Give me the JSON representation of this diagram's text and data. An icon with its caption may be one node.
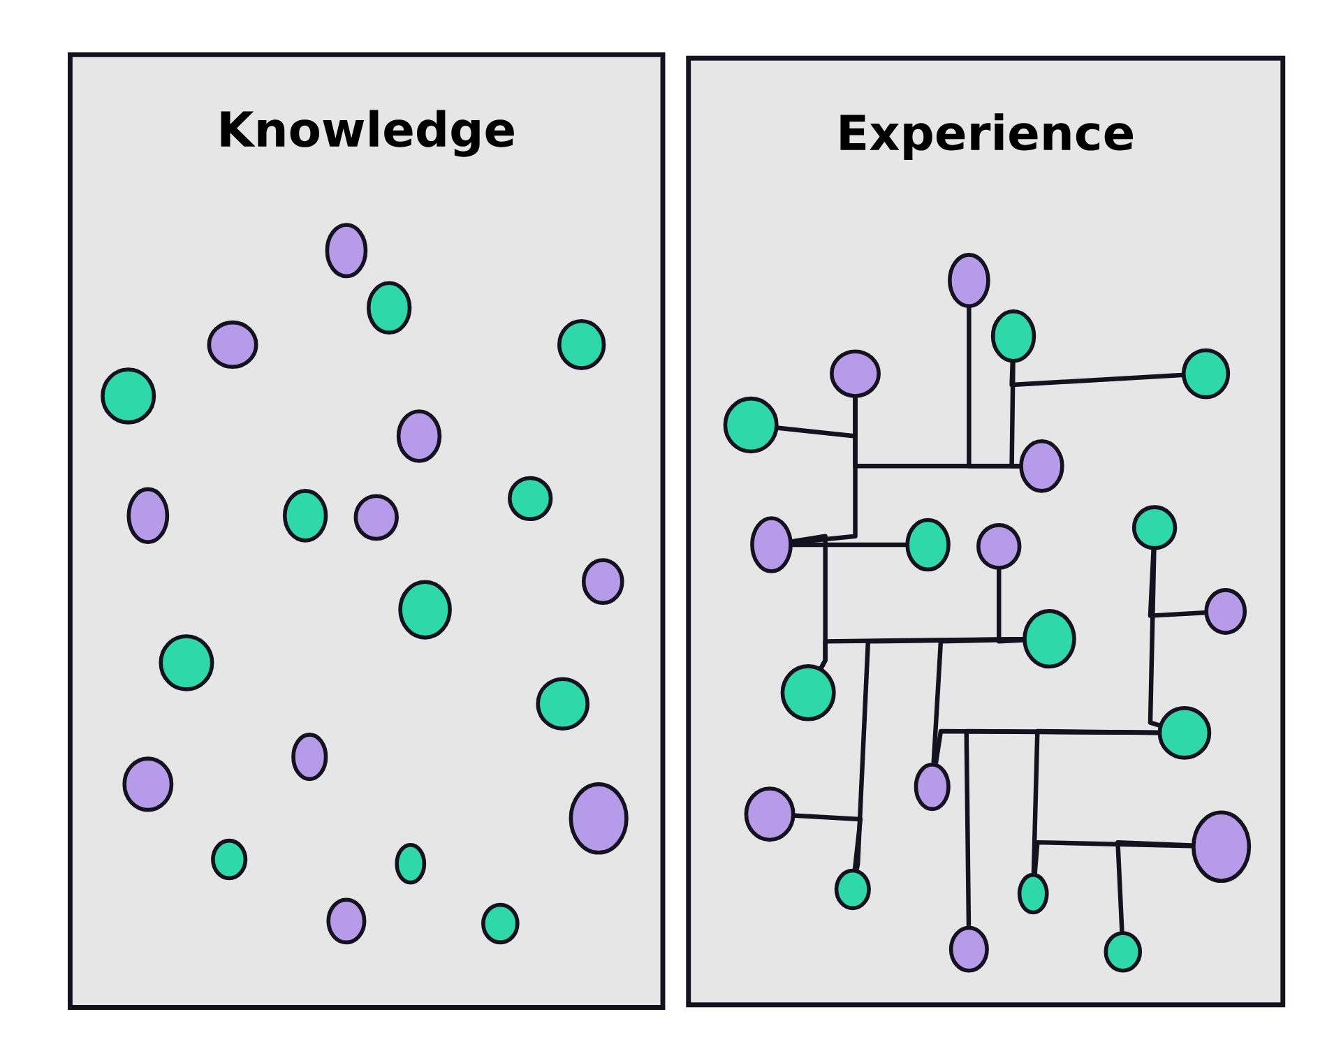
{
  "diagram": {
    "nodes": [
      {
        "text": [
          "Knowledge"
        ]
      },
      {
        "text": [
          "Experience"
        ]
      },
      {
        "text": [],
        "shape": "circle",
        "in": 0
      },
      {
        "text": [],
        "shape": "circle",
        "in": 0
      },
      {
        "text": [],
        "shape": "circle",
        "in": 0
      },
      {
        "text": [],
        "shape": "circle",
        "in": 0
      },
      {
        "text": [],
        "shape": "circle",
        "in": 0
      },
      {
        "text": [],
        "shape": "circle",
        "in": 0
      },
      {
        "text": [],
        "shape": "circle",
        "in": 0
      },
      {
        "text": [],
        "shape": "circle",
        "in": 0
      },
      {
        "text": [],
        "shape": "circle",
        "in": 0
      },
      {
        "text": [],
        "shape": "circle",
        "in": 0
      },
      {
        "text": [],
        "shape": "circle",
        "in": 0
      },
      {
        "text": [],
        "shape": "circle",
        "in": 0
      },
      {
        "text": [],
        "shape": "circle",
        "in": 0
      },
      {
        "text": [],
        "shape": "circle",
        "in": 0
      },
      {
        "text": [],
        "shape": "circle",
        "in": 0
      },
      {
        "text": [],
        "shape": "circle",
        "in": 0
      },
      {
        "text": [],
        "shape": "circle",
        "in": 0
      },
      {
        "text": [],
        "shape": "circle",
        "in": 0
      },
      {
        "text": [],
        "shape": "circle",
        "in": 0
      },
      {
        "text": [],
        "shape": "circle",
        "in": 0
      },
      {
        "text": [],
        "shape": "circle",
        "in": 0
      },
      {
        "text": [],
        "shape": "circle",
        "in": 1
      },
      {
        "text": [],
        "shape": "circle",
        "in": 1
      },
      {
        "text": [],
        "shape": "circle",
        "in": 1
      },
      {
        "text": [],
        "shape": "circle",
        "in": 1
      },
      {
        "text": [],
        "shape": "circle",
        "in": 1
      },
      {
        "text": [],
        "shape": "circle",
        "in": 1
      },
      {
        "text": [],
        "shape": "circle",
        "in": 1
      },
      {
        "text": [],
        "shape": "circle",
        "in": 1
      },
      {
        "text": [],
        "shape": "circle",
        "in": 1
      },
      {
        "text": [],
        "shape": "circle",
        "in": 1
      },
      {
        "text": [],
        "shape": "circle",
        "in": 1
      },
      {
        "text": [],
        "shape": "circle",
        "in": 1
      },
      {
        "text": [],
        "shape": "circle",
        "in": 1
      },
      {
        "text": [],
        "shape": "circle",
        "in": 1
      },
      {
        "text": [],
        "shape": "circle",
        "in": 1
      },
      {
        "text": [],
        "shape": "circle",
        "in": 1
      },
      {
        "text": [],
        "shape": "circle",
        "in": 1
      },
      {
        "text": [],
        "shape": "circle",
        "in": 1
      },
      {
        "text": [],
        "shape": "circle",
        "in": 1
      },
      {
        "text": [],
        "shape": "circle",
        "in": 1
      },
      {
        "text": [],
        "shape": "circle",
        "in": 1
      }
    ],
    "edges": [
      {
        "from": 27,
        "to": 25,
        "arrow": "none"
      },
      {
        "from": 25,
        "to": 28,
        "arrow": "none"
      },
      {
        "from": 23,
        "to": 28,
        "arrow": "none"
      },
      {
        "from": 24,
        "to": 28,
        "arrow": "none"
      },
      {
        "from": 26,
        "to": 24,
        "arrow": "none"
      },
      {
        "from": 29,
        "to": 30,
        "arrow": "none"
      },
      {
        "from": 25,
        "to": 29,
        "arrow": "none"
      },
      {
        "from": 29,
        "to": 35,
        "arrow": "none"
      },
      {
        "from": 35,
        "to": 34,
        "arrow": "none"
      },
      {
        "from": 31,
        "to": 34,
        "arrow": "none"
      },
      {
        "from": 40,
        "to": 34,
        "arrow": "none"
      },
      {
        "from": 38,
        "to": 40,
        "arrow": "none"
      },
      {
        "from": 37,
        "to": 34,
        "arrow": "none"
      },
      {
        "from": 36,
        "to": 37,
        "arrow": "none"
      },
      {
        "from": 32,
        "to": 36,
        "arrow": "none"
      },
      {
        "from": 33,
        "to": 32,
        "arrow": "none"
      },
      {
        "from": 42,
        "to": 36,
        "arrow": "none"
      },
      {
        "from": 41,
        "to": 36,
        "arrow": "none"
      },
      {
        "from": 39,
        "to": 41,
        "arrow": "none"
      },
      {
        "from": 43,
        "to": 39,
        "arrow": "none"
      }
    ]
  }
}
